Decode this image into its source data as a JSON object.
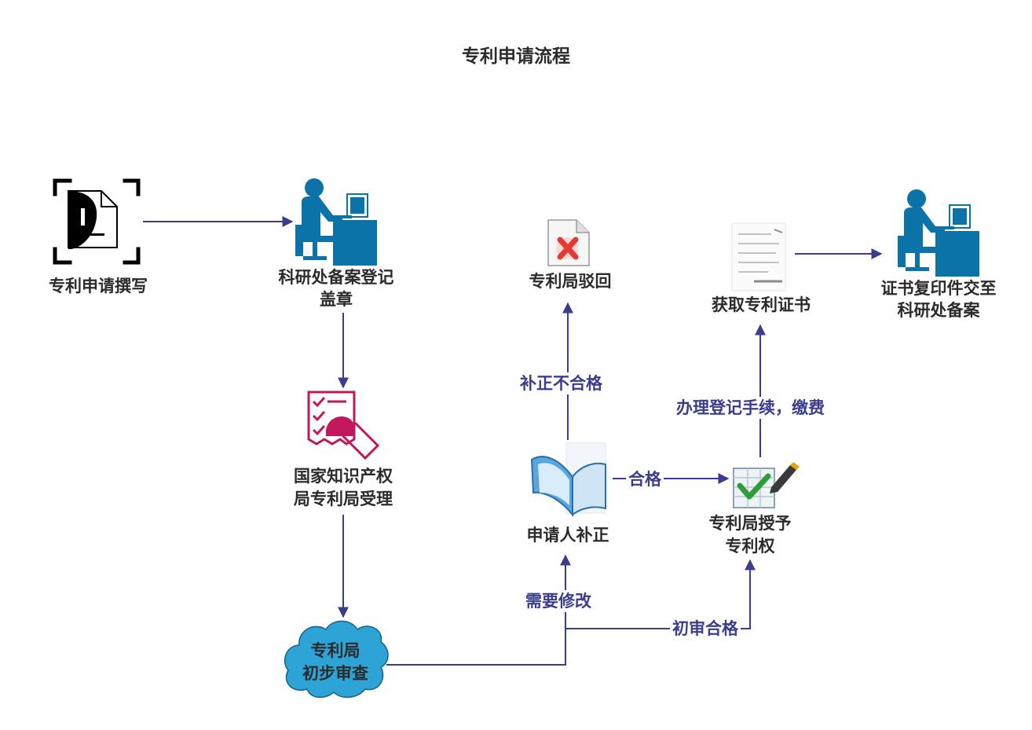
{
  "title": "专利申请流程",
  "colors": {
    "edge": "#3a3d8c",
    "person": "#0b73a8",
    "cloud": "#2ea3d5",
    "receipt": "#c2185b",
    "reject": "#e53935",
    "check": "#2e9d3a"
  },
  "nodes": {
    "write": {
      "label": "专利申请撰写",
      "icon": "document-frame-icon"
    },
    "register": {
      "label_line1": "科研处备案登记",
      "label_line2": "盖章",
      "icon": "person-at-desk-icon"
    },
    "accept": {
      "label_line1": "国家知识产权",
      "label_line2": "局专利局受理",
      "icon": "receipt-checklist-icon"
    },
    "prelim": {
      "label_line1": "专利局",
      "label_line2": "初步审查",
      "icon": "cloud-icon"
    },
    "correct": {
      "label": "申请人补正",
      "icon": "open-book-icon"
    },
    "reject": {
      "label": "专利局驳回",
      "icon": "rejected-document-icon"
    },
    "grant": {
      "label_line1": "专利局授予",
      "label_line2": "专利权",
      "icon": "approval-pen-icon"
    },
    "certificate": {
      "label": "获取专利证书",
      "icon": "certificate-document-icon"
    },
    "archive": {
      "label_line1": "证书复印件交至",
      "label_line2": "科研处备案",
      "icon": "person-at-desk-icon"
    }
  },
  "edges": {
    "needs_revision": "需要修改",
    "prelim_pass": "初审合格",
    "correction_fail": "补正不合格",
    "pass": "合格",
    "register_fee": "办理登记手续，缴费"
  }
}
